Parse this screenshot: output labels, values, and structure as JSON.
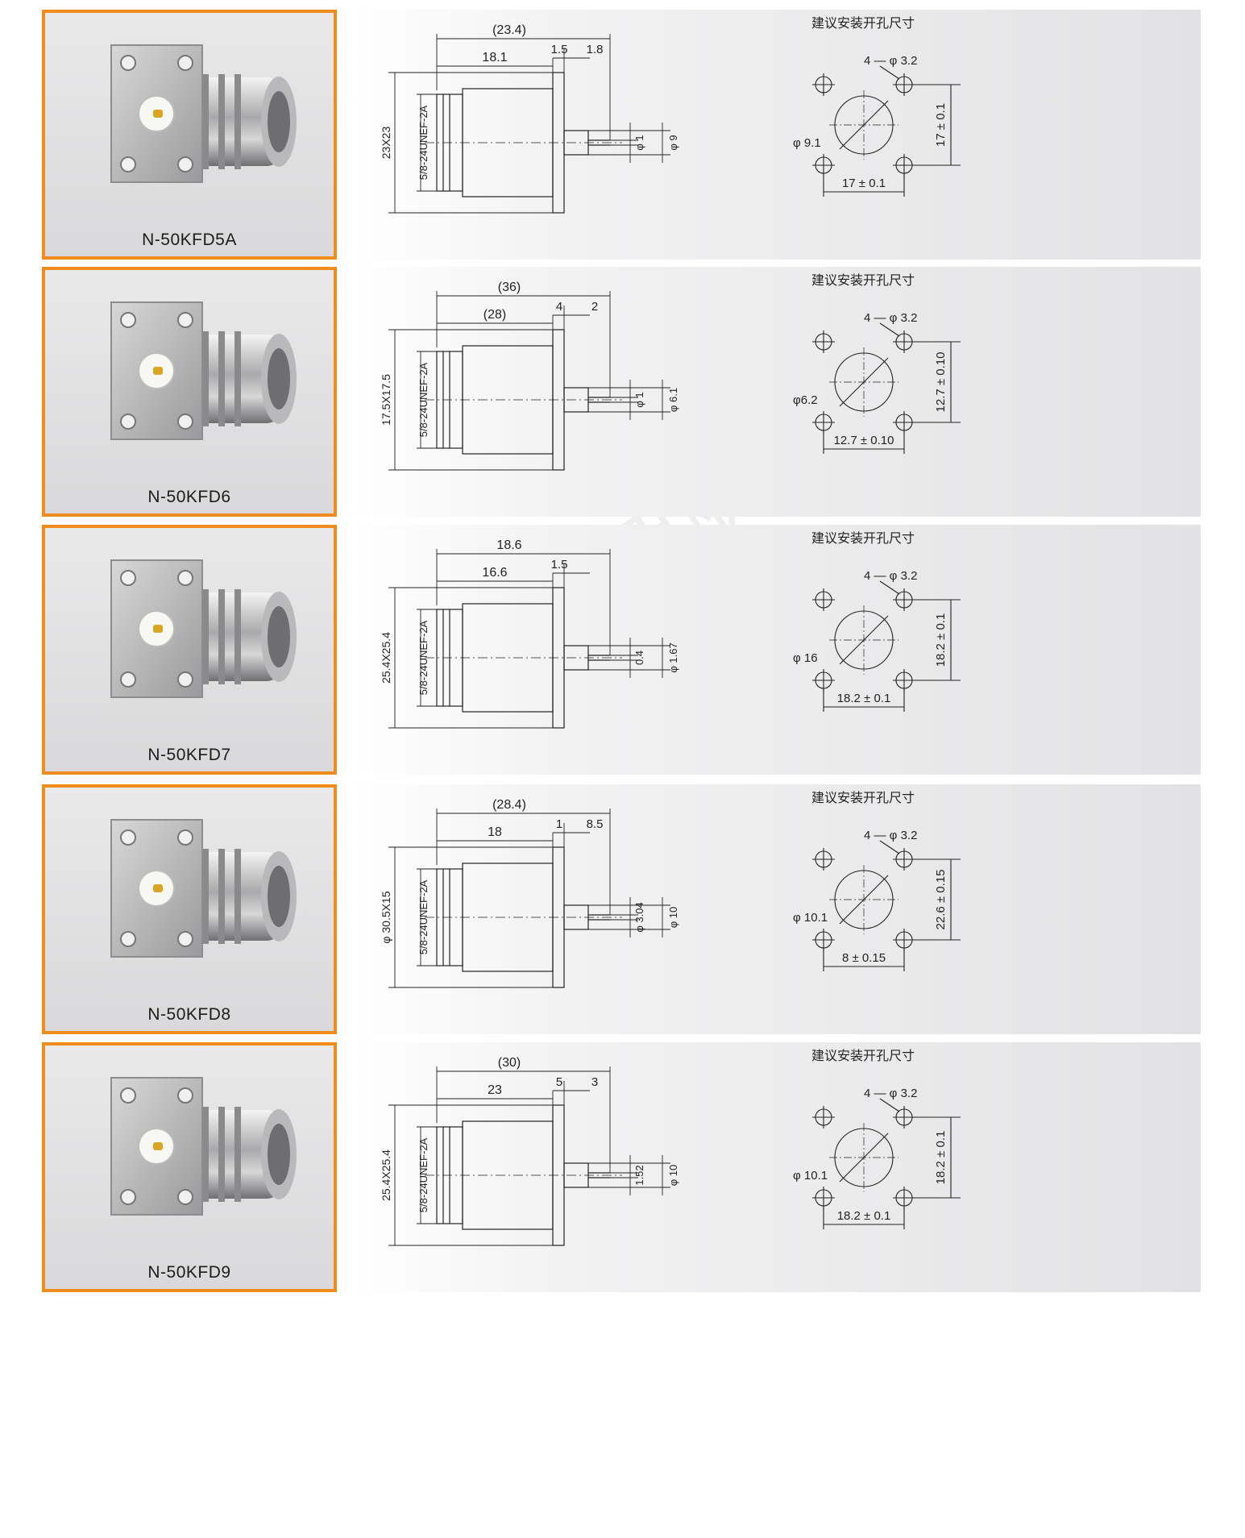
{
  "hole_title": "建议安装开孔尺寸",
  "watermark": "西安迪航电子",
  "products": [
    {
      "model": "N-50KFD5A",
      "thread": "5/8-24UNEF-2A",
      "flange": "23X23",
      "overall": "(23.4)",
      "body": "18.1",
      "a": "1.5",
      "b": "1.8",
      "pin": "φ 1",
      "pin_od": "φ 9",
      "holes": "4 — φ 3.2",
      "center_d": "φ 9.1",
      "spacing_h": "17 ± 0.1",
      "spacing_v": "17 ± 0.1"
    },
    {
      "model": "N-50KFD6",
      "thread": "5/8-24UNEF-2A",
      "flange": "17.5X17.5",
      "overall": "(36)",
      "body": "(28)",
      "a": "4",
      "b": "2",
      "pin": "φ 1",
      "pin_od": "φ 6.1",
      "holes": "4 — φ 3.2",
      "center_d": "φ6.2",
      "spacing_h": "12.7 ± 0.10",
      "spacing_v": "12.7 ± 0.10"
    },
    {
      "model": "N-50KFD7",
      "thread": "5/8-24UNEF-2A",
      "flange": "25.4X25.4",
      "overall": "18.6",
      "body": "16.6",
      "a": "1.5",
      "b": "",
      "pin": "0.4",
      "pin_od": "φ 1.67",
      "holes": "4 — φ 3.2",
      "center_d": "φ 16",
      "spacing_h": "18.2 ± 0.1",
      "spacing_v": "18.2 ± 0.1"
    },
    {
      "model": "N-50KFD8",
      "thread": "5/8-24UNEF-2A",
      "flange": "φ 30.5X15",
      "overall": "(28.4)",
      "body": "18",
      "a": "1",
      "b": "8.5",
      "pin": "φ 3.04",
      "pin_od": "φ 10",
      "holes": "4 — φ 3.2",
      "center_d": "φ 10.1",
      "spacing_h": "8 ± 0.15",
      "spacing_v": "22.6 ± 0.15"
    },
    {
      "model": "N-50KFD9",
      "thread": "5/8-24UNEF-2A",
      "flange": "25.4X25.4",
      "overall": "(30)",
      "body": "23",
      "a": "5",
      "b": "3",
      "pin": "1.52",
      "pin_od": "φ 10",
      "holes": "4 — φ 3.2",
      "center_d": "φ 10.1",
      "spacing_h": "18.2 ± 0.1",
      "spacing_v": "18.2 ± 0.1"
    }
  ]
}
